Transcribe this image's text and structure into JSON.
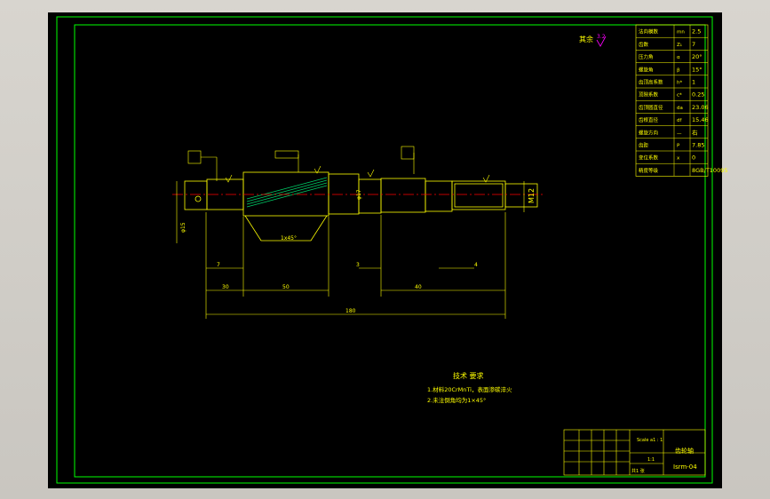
{
  "colors": {
    "frame": "#00ff00",
    "geometry": "#ffff00",
    "centerline": "#ff0000",
    "hatch": "#00cc66",
    "table_text": "#ffff00",
    "roughness": "#ff00ff",
    "text": "#ffff00"
  },
  "roughness_note": {
    "label": "其余",
    "value": "3.2"
  },
  "param_table": {
    "rows": [
      {
        "name": "法向模数",
        "sym": "mn",
        "val": "2.5"
      },
      {
        "name": "齿数",
        "sym": "Z₁",
        "val": "7"
      },
      {
        "name": "压力角",
        "sym": "α",
        "val": "20°"
      },
      {
        "name": "螺旋角",
        "sym": "β",
        "val": "15°"
      },
      {
        "name": "齿顶高系数",
        "sym": "h*",
        "val": "1"
      },
      {
        "name": "顶隙系数",
        "sym": "c*",
        "val": "0.25"
      },
      {
        "name": "齿顶圆直径",
        "sym": "da",
        "val": "23.06"
      },
      {
        "name": "齿根直径",
        "sym": "df",
        "val": "15.46"
      },
      {
        "name": "螺旋方向",
        "sym": "—",
        "val": "右"
      },
      {
        "name": "齿距",
        "sym": "P",
        "val": "7.85"
      },
      {
        "name": "变位系数",
        "sym": "x",
        "val": "0"
      },
      {
        "name": "精度等级",
        "sym": "",
        "val": "8GB/T10095"
      }
    ]
  },
  "dimensions": {
    "d1": "7",
    "d2": "3",
    "d3": "4",
    "overall": "180",
    "left_len": "30",
    "mid_len": "50",
    "right_len": "40",
    "chamfer": "1x45°",
    "thread": "M12",
    "dia_mid": "φ17",
    "dia_left": "φ15"
  },
  "tech_requirements": {
    "title": "技术 要求",
    "items": [
      "1.材料20CrMnTi，表面渗碳淬火",
      "2.未注倒角均为1×45°"
    ]
  },
  "title_block": {
    "part_name": "齿轮轴",
    "drawing_no": "Isrm-04",
    "scale": "1:1",
    "scale_label": "Scale a1 : 1",
    "sheet": "共1 张"
  }
}
